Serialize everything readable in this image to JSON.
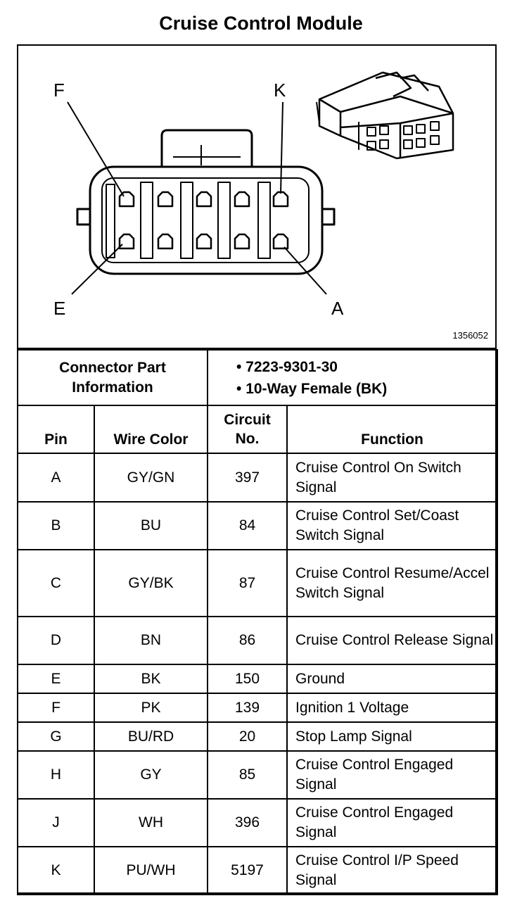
{
  "title": "Cruise Control Module",
  "figure_id": "1356052",
  "pin_labels": {
    "F": "F",
    "K": "K",
    "E": "E",
    "A": "A"
  },
  "connector_info": {
    "label_line1": "Connector Part",
    "label_line2": "Information",
    "items": [
      "7223-9301-30",
      "10-Way Female (BK)"
    ]
  },
  "table": {
    "headers": {
      "pin": "Pin",
      "wire_color": "Wire Color",
      "circuit_line1": "Circuit",
      "circuit_line2": "No.",
      "function": "Function"
    },
    "rows": [
      {
        "pin": "A",
        "wire": "GY/GN",
        "circuit": "397",
        "function": "Cruise Control On Switch Signal"
      },
      {
        "pin": "B",
        "wire": "BU",
        "circuit": "84",
        "function": "Cruise Control Set/Coast Switch Signal"
      },
      {
        "pin": "C",
        "wire": "GY/BK",
        "circuit": "87",
        "function": "Cruise Control Resume/Accel Switch Signal"
      },
      {
        "pin": "D",
        "wire": "BN",
        "circuit": "86",
        "function": "Cruise Control Release Signal"
      },
      {
        "pin": "E",
        "wire": "BK",
        "circuit": "150",
        "function": "Ground"
      },
      {
        "pin": "F",
        "wire": "PK",
        "circuit": "139",
        "function": "Ignition 1 Voltage"
      },
      {
        "pin": "G",
        "wire": "BU/RD",
        "circuit": "20",
        "function": "Stop Lamp Signal"
      },
      {
        "pin": "H",
        "wire": "GY",
        "circuit": "85",
        "function": "Cruise Control Engaged Signal"
      },
      {
        "pin": "J",
        "wire": "WH",
        "circuit": "396",
        "function": "Cruise Control Engaged Signal"
      },
      {
        "pin": "K",
        "wire": "PU/WH",
        "circuit": "5197",
        "function": "Cruise Control I/P Speed Signal"
      }
    ]
  }
}
